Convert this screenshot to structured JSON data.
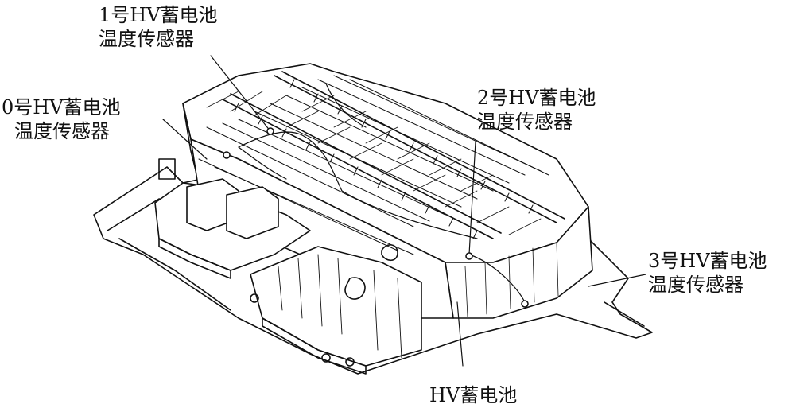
{
  "labels": {
    "sensor1": {
      "line1": "1号HV蓄电池",
      "line2": "温度传感器"
    },
    "sensor0": {
      "line1": "0号HV蓄电池",
      "line2": "温度传感器"
    },
    "sensor2": {
      "line1": "2号HV蓄电池",
      "line2": "温度传感器"
    },
    "sensor3": {
      "line1": "3号HV蓄电池",
      "line2": "温度传感器"
    },
    "battery": "HV蓄电池"
  },
  "colors": {
    "ink": "#111111",
    "background": "#ffffff"
  }
}
